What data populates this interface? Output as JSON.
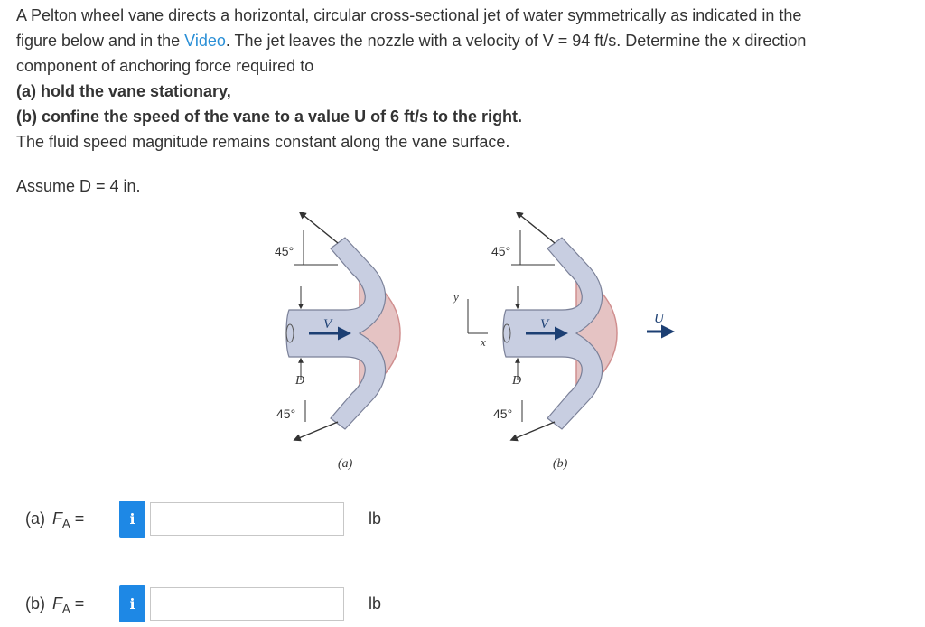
{
  "problem": {
    "line1": "A Pelton wheel vane directs a horizontal, circular cross-sectional jet of water symmetrically as indicated in the",
    "line2_pre": "figure below and in the ",
    "line2_link": "Video",
    "line2_post": ". The jet leaves the nozzle with a velocity of V = 94 ft/s. Determine the x direction",
    "line3": "component of anchoring force required to",
    "part_a": "(a) hold the vane stationary,",
    "part_b": "(b) confine the speed of the vane to a value U of 6 ft/s to the right.",
    "line_last": "The fluid speed magnitude remains constant along the vane surface.",
    "assume": "Assume D = 4 in."
  },
  "figure": {
    "angle_label": "45°",
    "v_label": "V",
    "d_label": "D",
    "u_label": "U",
    "y_label": "y",
    "x_label": "x",
    "caption_a": "(a)",
    "caption_b": "(b)",
    "colors": {
      "vane": "#c8cee1",
      "wheel": "#e5c3c3",
      "wheel_stroke": "#d08f8f",
      "arrow": "#1c3f73"
    }
  },
  "answers": [
    {
      "part": "(a)",
      "symbol": "F",
      "subscript": "A",
      "equals": "=",
      "info": "i",
      "value": "",
      "unit": "lb"
    },
    {
      "part": "(b)",
      "symbol": "F",
      "subscript": "A",
      "equals": "=",
      "info": "i",
      "value": "",
      "unit": "lb"
    }
  ]
}
